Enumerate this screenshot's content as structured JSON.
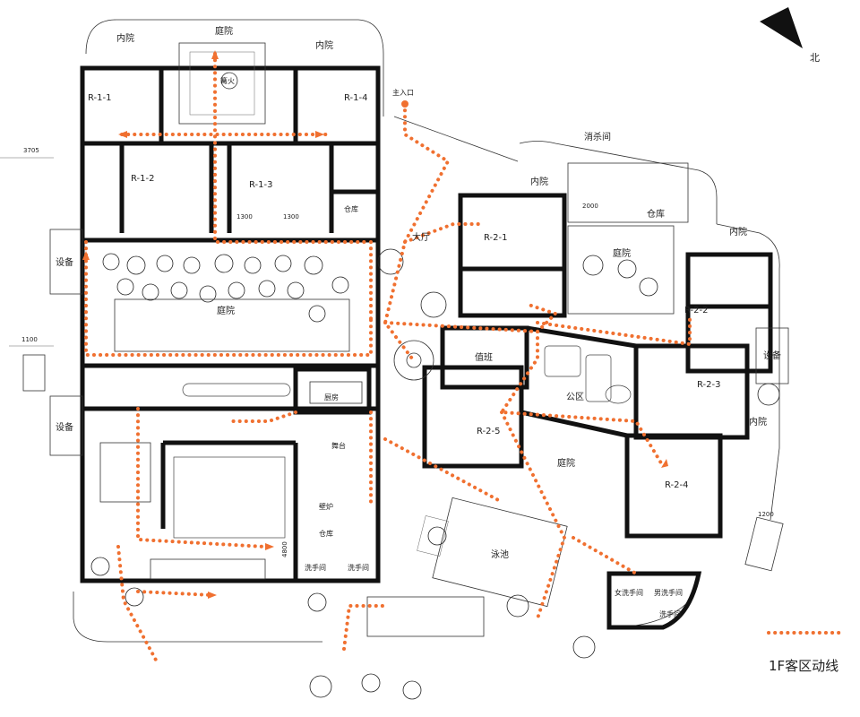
{
  "north_label": "北",
  "legend": {
    "label": "1F客区动线",
    "color": "#f07030"
  },
  "rooms": {
    "inner_court_nw": "内院",
    "courtyard_top": "庭院",
    "inner_court_n": "内院",
    "bonfire": "篝火",
    "r11": "R-1-1",
    "r14": "R-1-4",
    "r12": "R-1-2",
    "r13": "R-1-3",
    "storage_1": "仓库",
    "main_entrance": "主入口",
    "disinfection": "消杀间",
    "inner_court_e1": "内院",
    "storage_2": "仓库",
    "inner_court_e2": "内院",
    "hall": "大厅",
    "r21": "R-2-1",
    "courtyard_e": "庭院",
    "r22": "R-2-2",
    "equipment_w1": "设备",
    "courtyard_mid": "庭院",
    "duty": "值班",
    "equipment_e": "设备",
    "r23": "R-2-3",
    "public": "公区",
    "inner_court_e3": "内院",
    "equipment_w2": "设备",
    "r25": "R-2-5",
    "courtyard_s": "庭院",
    "r24": "R-2-4",
    "pool": "泳池",
    "storage_3": "仓库",
    "kitchen": "厨房",
    "fireplace": "壁炉",
    "stage": "舞台",
    "washroom_1": "洗手间",
    "washroom_2": "洗手间",
    "washroom_3": "女洗手间",
    "washroom_4": "男洗手间",
    "washroom_5": "洗手间"
  },
  "dims": {
    "d3705": "3705",
    "d1100": "1100",
    "d1300a": "1300",
    "d1300b": "1300",
    "d1200": "1200",
    "d4800": "4800",
    "d2000": "2000"
  }
}
